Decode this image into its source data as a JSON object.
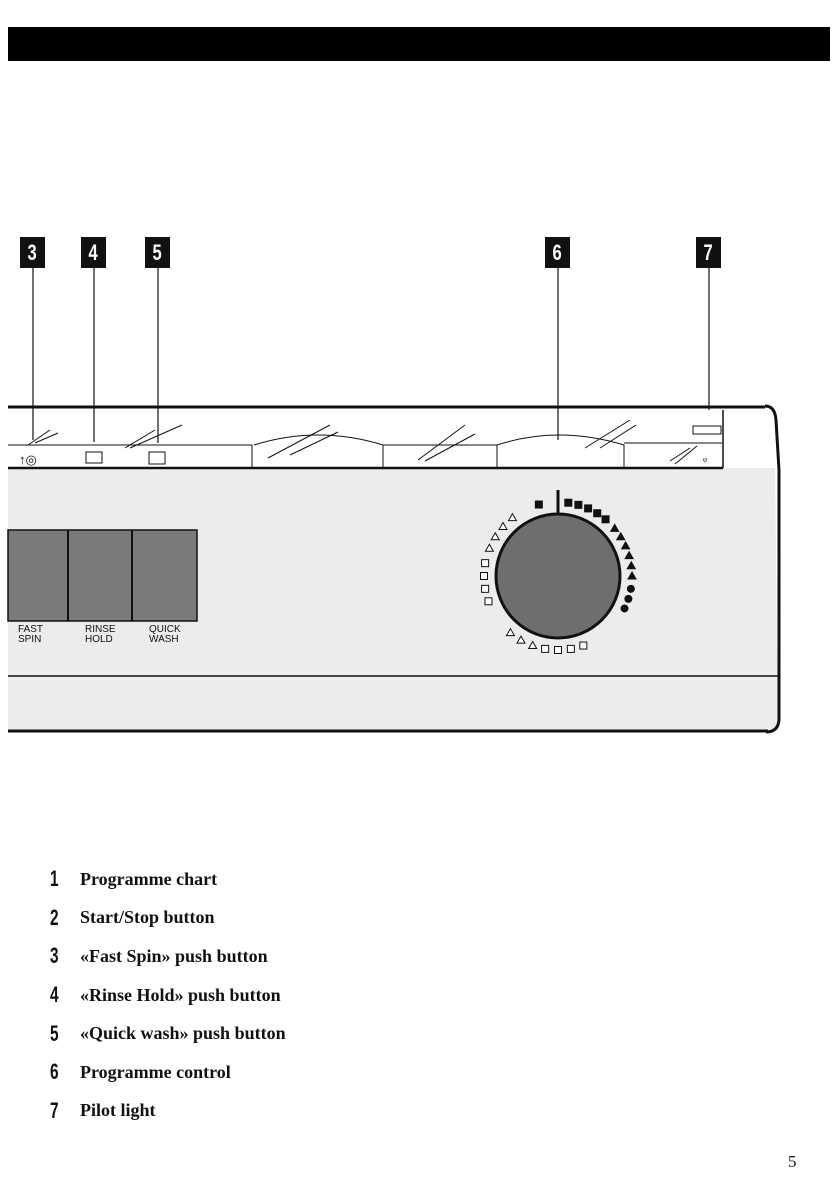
{
  "callouts": [
    "3",
    "4",
    "5",
    "6",
    "7"
  ],
  "panel": {
    "buttons": [
      {
        "line1": "FAST",
        "line2": "SPIN"
      },
      {
        "line1": "RINSE",
        "line2": "HOLD"
      },
      {
        "line1": "QUICK",
        "line2": "WASH"
      }
    ]
  },
  "legend": [
    {
      "num": "1",
      "text": "Programme chart"
    },
    {
      "num": "2",
      "text": "Start/Stop button"
    },
    {
      "num": "3",
      "text": "«Fast Spin» push button"
    },
    {
      "num": "4",
      "text": "«Rinse Hold» push button"
    },
    {
      "num": "5",
      "text": "«Quick wash» push button"
    },
    {
      "num": "6",
      "text": "Programme control"
    },
    {
      "num": "7",
      "text": "Pilot light"
    }
  ],
  "page_number": "5",
  "colors": {
    "ink": "#111111",
    "panel_fill": "#ececec",
    "button_fill": "#7a7a7a",
    "dial_fill": "#6e6e6e"
  }
}
